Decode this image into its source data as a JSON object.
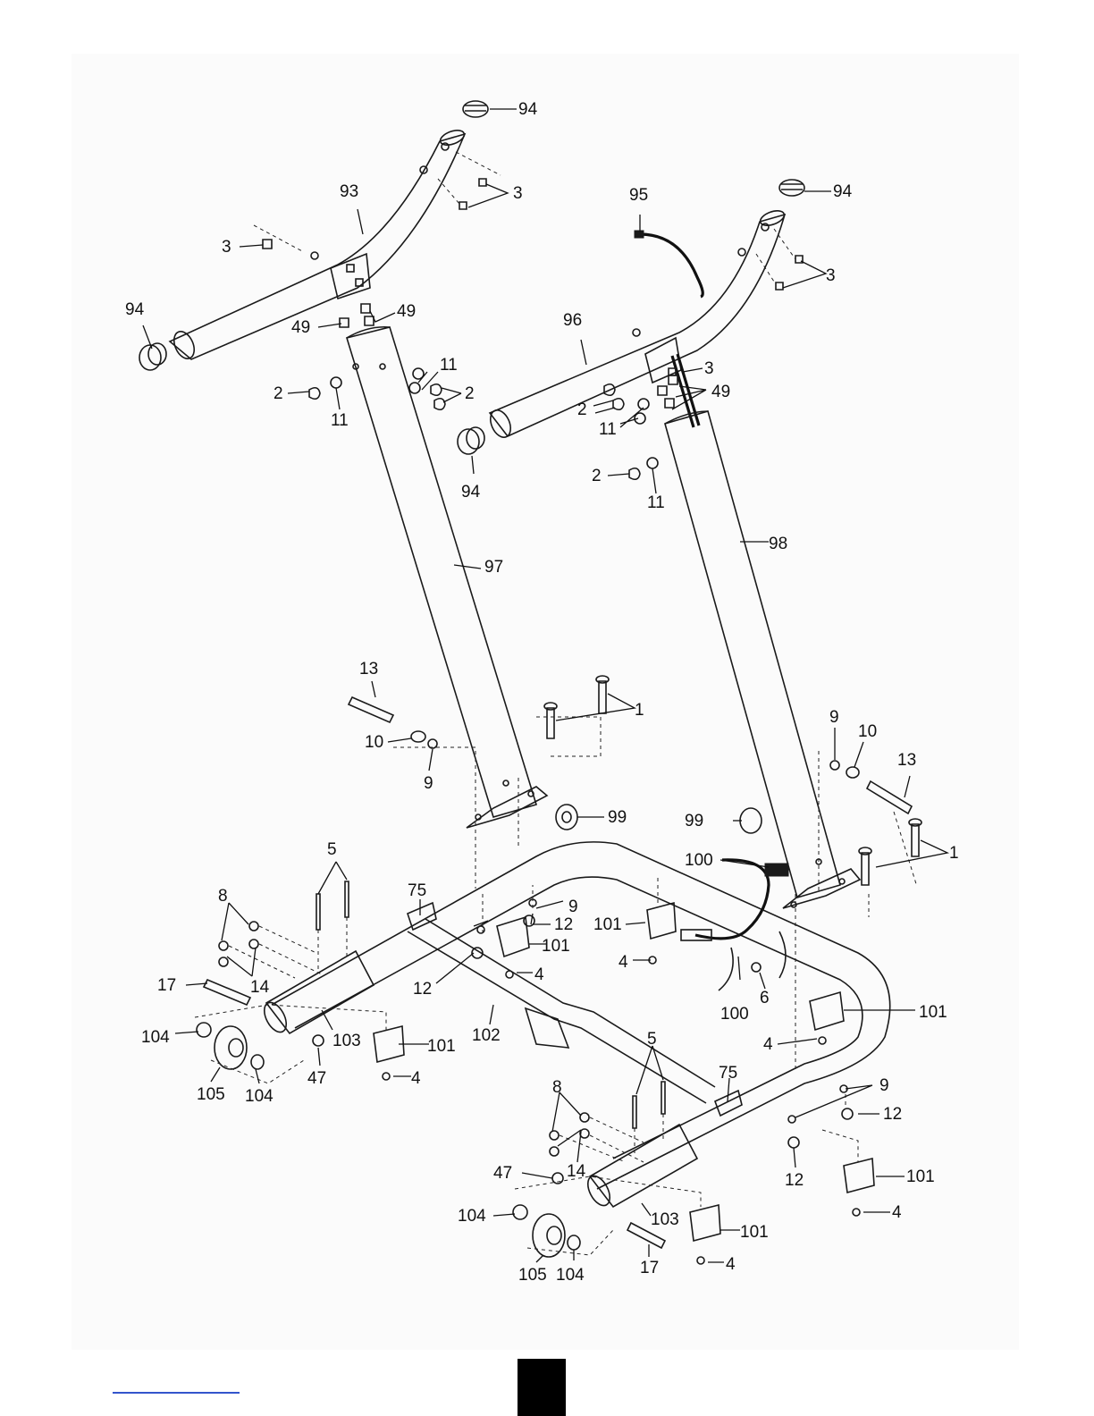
{
  "diagram": {
    "labels": {
      "upright_left": "97",
      "upright_right": "98",
      "crossbar_left": "93",
      "crossbar_right": "96",
      "end_cap": "94",
      "wire_harness_top": "95",
      "wire_harness_base": "100",
      "screw_3": "3",
      "clip_49": "49",
      "bolt_2": "2",
      "star_washer_11": "11",
      "bolt_1": "1",
      "bolt_13": "13",
      "washer_10": "10",
      "star_washer_9": "9",
      "disc_99": "99",
      "bolt_5": "5",
      "washer_8": "8",
      "nut_14": "14",
      "base_frame_tag": "75",
      "nut_12": "12",
      "foot_101": "101",
      "screw_4": "4",
      "bolt_17": "17",
      "spacer_104": "104",
      "wheel_105": "105",
      "nut_47": "47",
      "wheel_bracket_103": "103",
      "base_crossbar_102": "102",
      "screw_6": "6"
    }
  }
}
